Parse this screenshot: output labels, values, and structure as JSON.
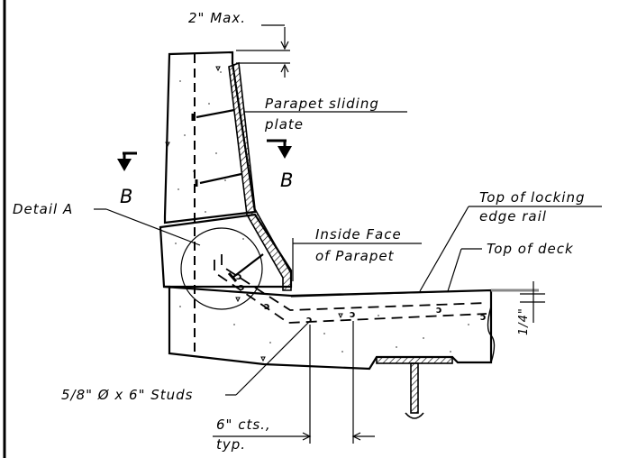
{
  "labels": {
    "max_gap": "2\" Max.",
    "sliding_plate_line1": "Parapet sliding",
    "sliding_plate_line2": "plate",
    "section_left": "B",
    "section_right": "B",
    "detail": "Detail A",
    "locking_rail_line1": "Top of locking",
    "locking_rail_line2": "edge rail",
    "inside_face_line1": "Inside Face",
    "inside_face_line2": "of Parapet",
    "top_of_deck": "Top of deck",
    "slope": "1/4\"",
    "studs": "5/8\" Ø x 6\" Studs",
    "spacing_line1": "6\" cts.,",
    "spacing_line2": "typ."
  },
  "colors": {
    "ink": "#000000",
    "concrete_dots": "#555555",
    "background": "#ffffff"
  }
}
